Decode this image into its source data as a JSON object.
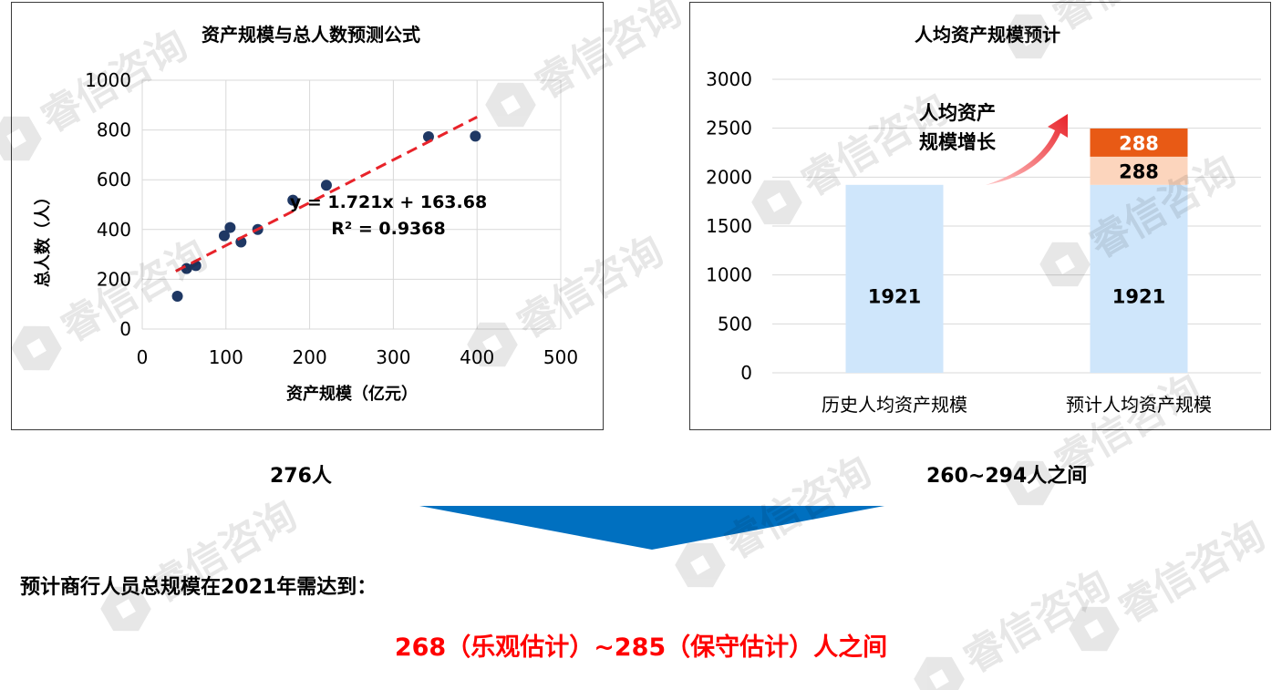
{
  "chart_data": [
    {
      "type": "scatter",
      "title": "资产规模与总人数预测公式",
      "xlabel": "资产规模（亿元）",
      "ylabel": "总人数（人）",
      "xlim": [
        0,
        500
      ],
      "ylim": [
        0,
        1000
      ],
      "x_ticks": [
        "0",
        "100",
        "200",
        "300",
        "400",
        "500"
      ],
      "y_ticks": [
        "0",
        "200",
        "400",
        "600",
        "800",
        "1000"
      ],
      "grid": "on",
      "points": [
        {
          "x": 42,
          "y": 132
        },
        {
          "x": 53,
          "y": 243
        },
        {
          "x": 64,
          "y": 255
        },
        {
          "x": 98,
          "y": 375
        },
        {
          "x": 105,
          "y": 408
        },
        {
          "x": 118,
          "y": 350
        },
        {
          "x": 138,
          "y": 400
        },
        {
          "x": 180,
          "y": 518
        },
        {
          "x": 220,
          "y": 578
        },
        {
          "x": 342,
          "y": 773
        },
        {
          "x": 398,
          "y": 775
        }
      ],
      "trendline": {
        "slope": 1.721,
        "intercept": 163.68,
        "x_range": [
          40,
          400
        ],
        "color": "#e8232a"
      },
      "equation": "y = 1.721x + 163.68",
      "r_squared": "R² = 0.9368",
      "point_color": "#1f3864"
    },
    {
      "type": "bar",
      "stacked": true,
      "title": "人均资产规模预计",
      "categories": [
        "历史人均资产规模",
        "预计人均资产规模"
      ],
      "series": [
        {
          "values": [
            1921,
            1921
          ],
          "color": "#cfe6fb"
        },
        {
          "values": [
            0,
            288
          ],
          "color": "#fcd5bd"
        },
        {
          "values": [
            0,
            288
          ],
          "color": "#e85a15"
        }
      ],
      "bar_labels": [
        {
          "category": 0,
          "series": 0,
          "text": "1921"
        },
        {
          "category": 1,
          "series": 0,
          "text": "1921"
        },
        {
          "category": 1,
          "series": 1,
          "text": "288"
        },
        {
          "category": 1,
          "series": 2,
          "text": "288"
        }
      ],
      "ylim": [
        0,
        3000
      ],
      "y_ticks": [
        "0",
        "500",
        "1000",
        "1500",
        "2000",
        "2500",
        "3000"
      ],
      "grid": "on",
      "annotation": {
        "lines": [
          "人均资产",
          "规模增长"
        ],
        "color": "#e8232a"
      }
    }
  ],
  "left_summary": "276人",
  "right_summary": "260~294人之间",
  "arrow_color": "#0070c0",
  "conclusion_title": "预计商行人员总规模在2021年需达到：",
  "conclusion_result": "268（乐观估计）~285（保守估计）人之间",
  "watermark_text": "睿信咨询"
}
